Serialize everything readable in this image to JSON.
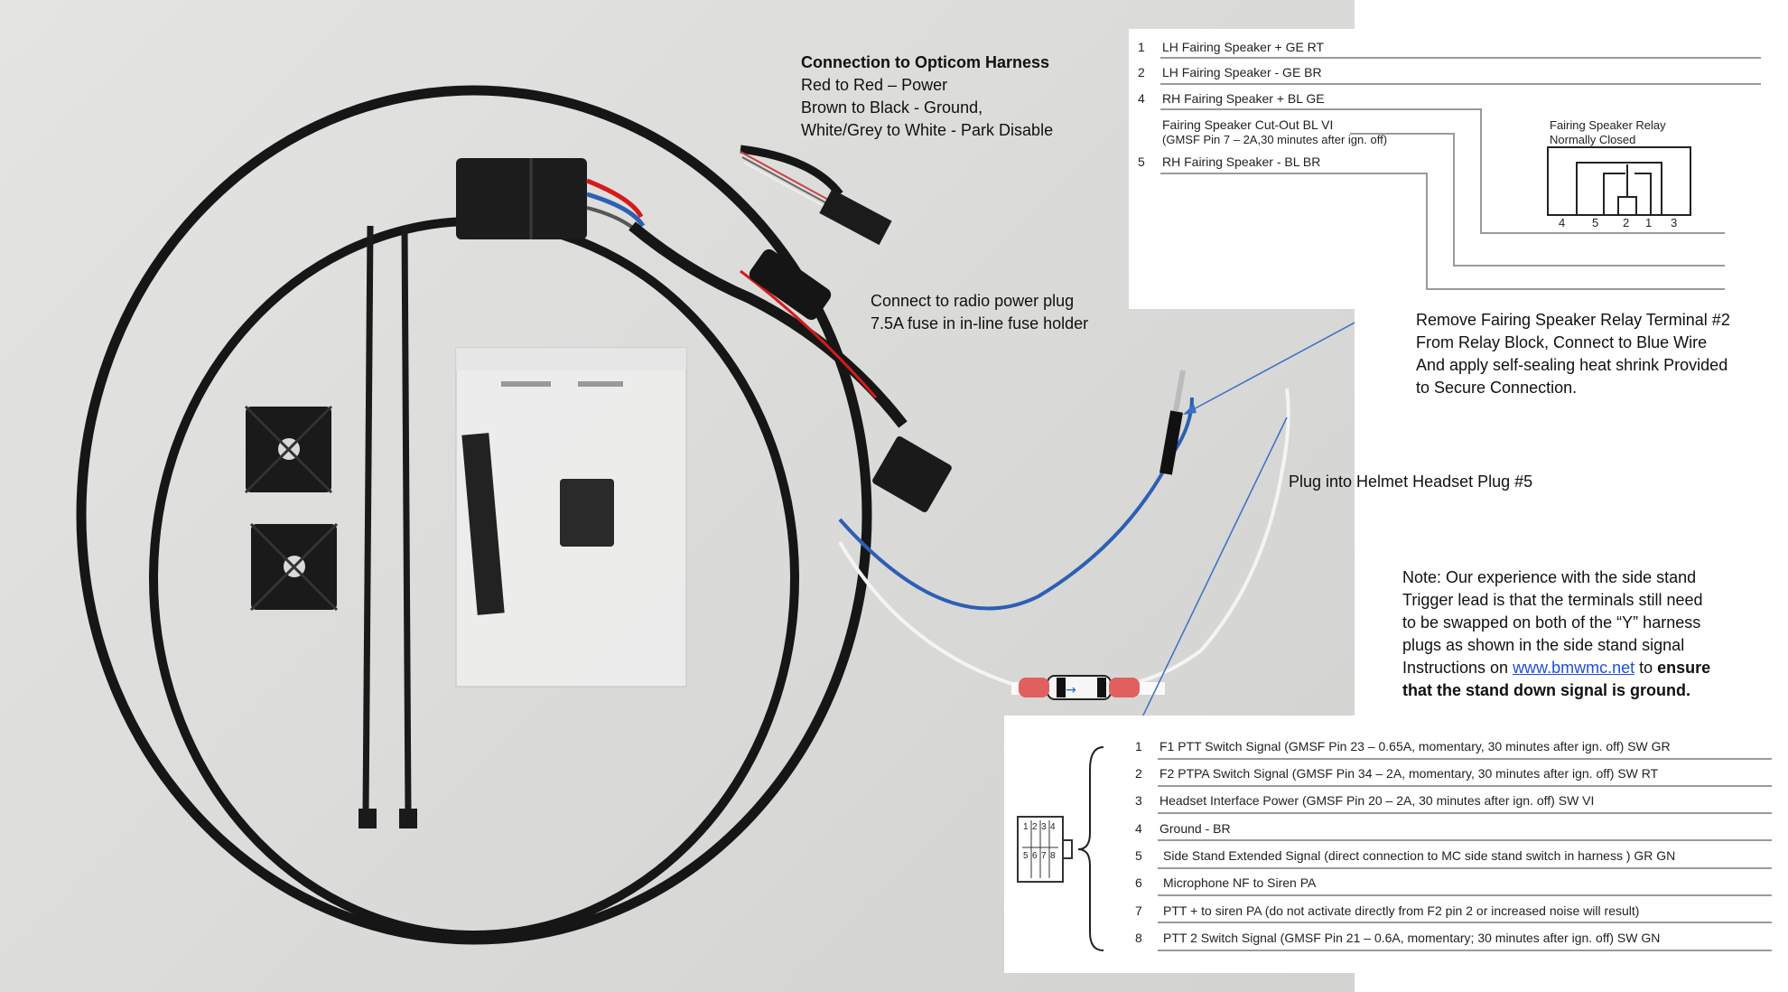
{
  "annotations": {
    "opticom_title": "Connection to Opticom Harness",
    "opticom_lines": [
      "Red to Red – Power",
      "Brown to Black - Ground,",
      "White/Grey to White - Park Disable"
    ],
    "radio_lines": [
      "Connect to radio power plug",
      "7.5A fuse in in-line fuse holder"
    ],
    "relay_lines": [
      "Remove Fairing Speaker Relay Terminal #2",
      "From Relay Block, Connect to Blue Wire",
      "And apply self-sealing heat shrink Provided",
      "to Secure Connection."
    ],
    "helmet": "Plug into Helmet Headset Plug #5",
    "note_lines": [
      "Note:  Our experience with the side stand",
      "Trigger lead is that the terminals still need",
      "to be swapped on both of the “Y” harness",
      "plugs as shown in the side stand signal"
    ],
    "note_instr_prefix": "Instructions on ",
    "note_link": "www.bmwmc.net",
    "note_instr_mid": " to ",
    "note_bold1": "ensure",
    "note_bold2": "that the stand down signal is ground."
  },
  "speaker_panel": {
    "rows": [
      {
        "num": "1",
        "label": "LH Fairing Speaker + GE RT"
      },
      {
        "num": "2",
        "label": "LH Fairing Speaker -  GE BR"
      },
      {
        "num": "4",
        "label": "RH Fairing Speaker + BL GE"
      },
      {
        "num": "",
        "label": "Fairing Speaker Cut-Out  BL VI"
      },
      {
        "num": "",
        "label": "(GMSF Pin 7 – 2A,30 minutes after ign. off)"
      },
      {
        "num": "5",
        "label": "RH Fairing Speaker -  BL BR"
      }
    ],
    "relay_title": "Fairing Speaker Relay",
    "relay_sub": "Normally Closed",
    "relay_pins": [
      "4",
      "5",
      "2",
      "1",
      "3"
    ]
  },
  "headset_panel": {
    "connector_pins": [
      "1",
      "2",
      "3",
      "4",
      "5",
      "6",
      "7",
      "8"
    ],
    "rows": [
      {
        "num": "1",
        "label": "F1 PTT Switch Signal (GMSF Pin 23 – 0.65A, momentary, 30 minutes after ign. off)  SW GR"
      },
      {
        "num": "2",
        "label": "F2 PTPA Switch Signal (GMSF Pin 34 – 2A, momentary, 30 minutes after ign. off)  SW RT"
      },
      {
        "num": "3",
        "label": "Headset Interface Power (GMSF Pin 20 – 2A, 30 minutes after ign. off)  SW VI"
      },
      {
        "num": "4",
        "label": "Ground -  BR"
      },
      {
        "num": "5",
        "label": "Side Stand Extended Signal (direct connection to MC side stand switch in harness )  GR GN"
      },
      {
        "num": "6",
        "label": "Microphone NF to Siren PA"
      },
      {
        "num": "7",
        "label": "PTT + to siren PA (do not activate directly from F2 pin 2 or increased noise will result)"
      },
      {
        "num": "8",
        "label": "PTT 2 Switch Signal (GMSF Pin 21 – 0.6A, momentary; 30 minutes after ign. off) SW GN"
      }
    ]
  },
  "colors": {
    "cable": "#161616",
    "red": "#d61a1a",
    "blue": "#2c5fb5",
    "link": "#1f4fd8"
  }
}
